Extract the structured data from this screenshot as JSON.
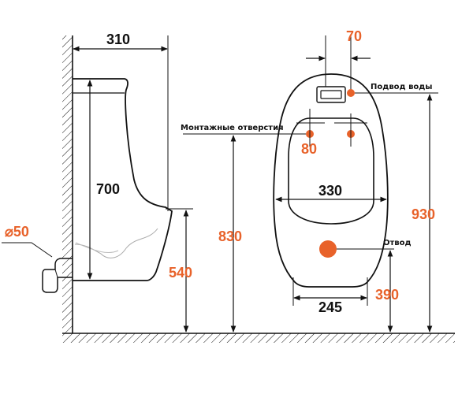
{
  "colors": {
    "line": "#111111",
    "accent": "#e8622a"
  },
  "side_view": {
    "width_label": "310",
    "height_label": "700",
    "drain_diameter_label": "⌀50",
    "rim_height_label": "540"
  },
  "front_view": {
    "inlet_width_label": "70",
    "water_inlet_note": "Подвод воды",
    "mounting_holes_note": "Монтажные отверстия",
    "mounting_spacing_label": "80",
    "bowl_width_label": "330",
    "mounting_height_label": "830",
    "overall_height_label": "930",
    "outlet_note": "Отвод",
    "outlet_height_label": "390",
    "base_width_label": "245"
  }
}
